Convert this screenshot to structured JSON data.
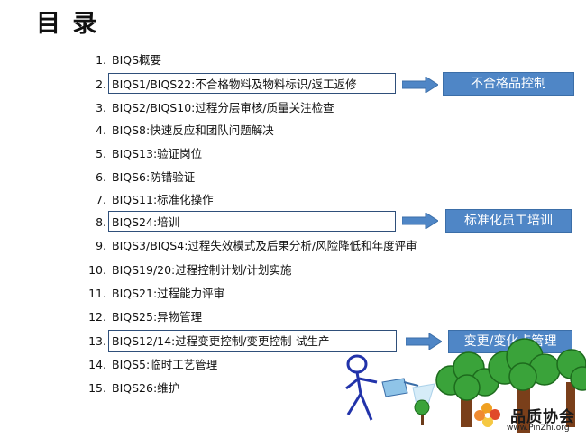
{
  "title": "目 录",
  "items": [
    {
      "num": "1.",
      "text": "BIQS概要"
    },
    {
      "num": "2.",
      "text": "BIQS1/BIQS22:不合格物料及物料标识/返工返修"
    },
    {
      "num": "3.",
      "text": "BIQS2/BIQS10:过程分层审核/质量关注检查"
    },
    {
      "num": "4.",
      "text": "BIQS8:快速反应和团队问题解决"
    },
    {
      "num": "5.",
      "text": "BIQS13:验证岗位"
    },
    {
      "num": "6.",
      "text": "BIQS6:防错验证"
    },
    {
      "num": "7.",
      "text": "BIQS11:标准化操作"
    },
    {
      "num": "8.",
      "text": "BIQS24:培训"
    },
    {
      "num": "9.",
      "text": "BIQS3/BIQS4:过程失效模式及后果分析/风险降低和年度评审"
    },
    {
      "num": "10.",
      "text": "BIQS19/20:过程控制计划/计划实施"
    },
    {
      "num": "11.",
      "text": "BIQS21:过程能力评审"
    },
    {
      "num": "12.",
      "text": "BIQS25:异物管理"
    },
    {
      "num": "13.",
      "text": "BIQS12/14:过程变更控制/变更控制-试生产"
    },
    {
      "num": "14.",
      "text": "BIQS5:临时工艺管理"
    },
    {
      "num": "15.",
      "text": "BIQS26:维护"
    }
  ],
  "callouts": {
    "nonconforming": "不合格品控制",
    "training": "标准化员工培训",
    "change": "变更/变化点管理"
  },
  "logo": {
    "name": "品质协会",
    "url": "www.PinZhi.org"
  },
  "colors": {
    "callout_fill": "#4f86c6",
    "box_border": "#2f4f7a",
    "tree_green": "#3aa33a"
  }
}
